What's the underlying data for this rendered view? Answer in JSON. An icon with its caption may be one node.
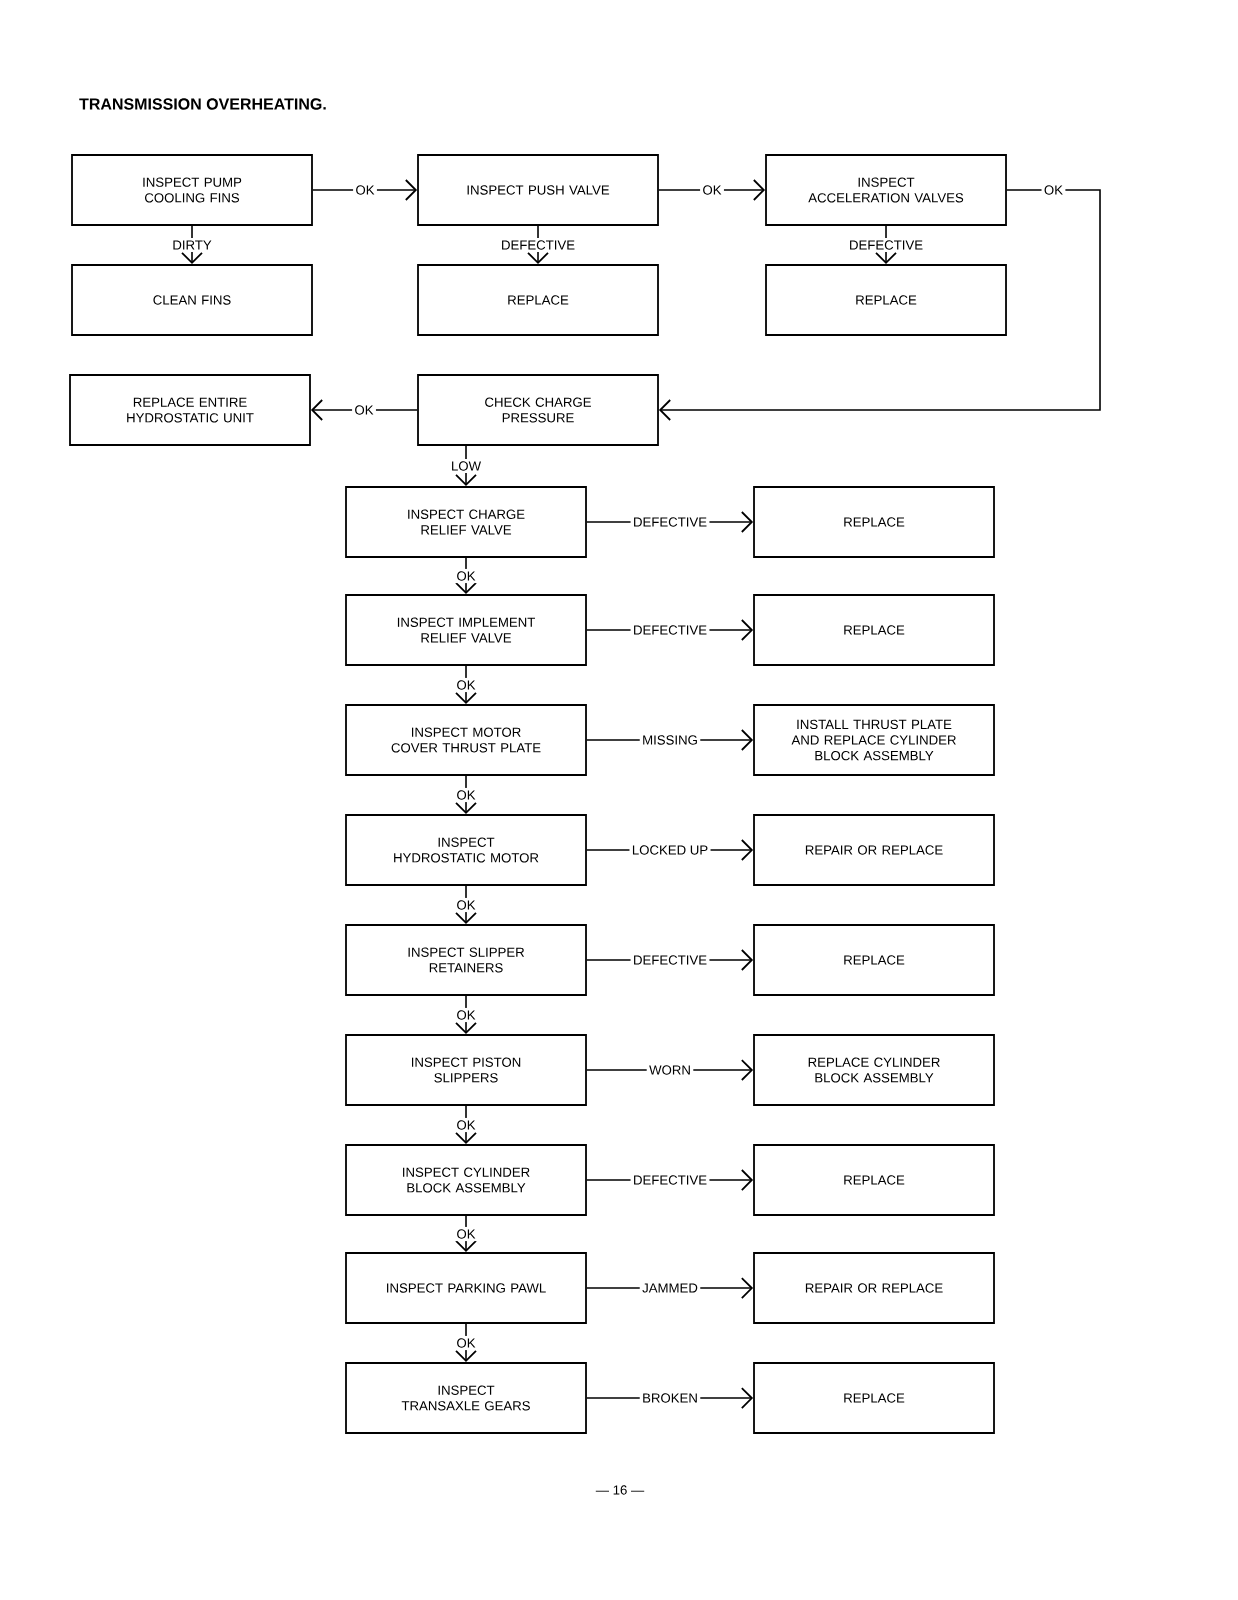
{
  "diagram": {
    "title": "TRANSMISSION OVERHEATING.",
    "nodes": [
      {
        "text": [
          "INSPECT PUMP COOLING FINS"
        ]
      },
      {
        "text": [
          "INSPECT PUSH VALVE"
        ]
      },
      {
        "text": [
          "INSPECT ACCELERATION VALVES"
        ]
      },
      {
        "text": [
          "CLEAN FINS"
        ]
      },
      {
        "text": [
          "REPLACE"
        ]
      },
      {
        "text": [
          "REPLACE"
        ]
      },
      {
        "text": [
          "REPLACE ENTIRE HYDROSTATIC UNIT"
        ]
      },
      {
        "text": [
          "CHECK CHARGE PRESSURE"
        ]
      },
      {
        "text": [
          "INSPECT CHARGE RELIEF VALVE"
        ]
      },
      {
        "text": [
          "REPLACE"
        ]
      },
      {
        "text": [
          "INSPECT IMPLEMENT RELIEF VALVE"
        ]
      },
      {
        "text": [
          "REPLACE"
        ]
      },
      {
        "text": [
          "INSPECT MOTOR COVER THRUST PLATE"
        ]
      },
      {
        "text": [
          "INSTALL THRUST PLATE AND REPLACE CYLINDER BLOCK ASSEMBLY"
        ]
      },
      {
        "text": [
          "INSPECT HYDROSTATIC MOTOR"
        ]
      },
      {
        "text": [
          "REPAIR OR REPLACE"
        ]
      },
      {
        "text": [
          "INSPECT SLIPPER RETAINERS"
        ]
      },
      {
        "text": [
          "REPLACE"
        ]
      },
      {
        "text": [
          "INSPECT PISTON SLIPPERS"
        ]
      },
      {
        "text": [
          "REPLACE CYLINDER BLOCK ASSEMBLY"
        ]
      },
      {
        "text": [
          "INSPECT CYLINDER BLOCK ASSEMBLY"
        ]
      },
      {
        "text": [
          "REPLACE"
        ]
      },
      {
        "text": [
          "INSPECT PARKING PAWL"
        ]
      },
      {
        "text": [
          "REPAIR OR REPLACE"
        ]
      },
      {
        "text": [
          "INSPECT TRANSAXLE GEARS"
        ]
      },
      {
        "text": [
          "REPLACE"
        ]
      }
    ],
    "edges": [
      {
        "from": 0,
        "to": 1,
        "arrow": "to",
        "label": "OK"
      },
      {
        "from": 1,
        "to": 2,
        "arrow": "to",
        "label": "OK"
      },
      {
        "from": 2,
        "to": 7,
        "arrow": "to",
        "label": "OK"
      },
      {
        "from": 0,
        "to": 3,
        "arrow": "to",
        "label": "DIRTY"
      },
      {
        "from": 1,
        "to": 4,
        "arrow": "to",
        "label": "DEFECTIVE"
      },
      {
        "from": 2,
        "to": 5,
        "arrow": "to",
        "label": "DEFECTIVE"
      },
      {
        "from": 7,
        "to": 6,
        "arrow": "to",
        "label": "OK"
      },
      {
        "from": 7,
        "to": 8,
        "arrow": "to",
        "label": "LOW"
      },
      {
        "from": 8,
        "to": 9,
        "arrow": "to",
        "label": "DEFECTIVE"
      },
      {
        "from": 8,
        "to": 10,
        "arrow": "to",
        "label": "OK"
      },
      {
        "from": 10,
        "to": 11,
        "arrow": "to",
        "label": "DEFECTIVE"
      },
      {
        "from": 10,
        "to": 12,
        "arrow": "to",
        "label": "OK"
      },
      {
        "from": 12,
        "to": 13,
        "arrow": "to",
        "label": "MISSING"
      },
      {
        "from": 12,
        "to": 14,
        "arrow": "to",
        "label": "OK"
      },
      {
        "from": 14,
        "to": 15,
        "arrow": "to",
        "label": "LOCKED UP"
      },
      {
        "from": 14,
        "to": 16,
        "arrow": "to",
        "label": "OK"
      },
      {
        "from": 16,
        "to": 17,
        "arrow": "to",
        "label": "DEFECTIVE"
      },
      {
        "from": 16,
        "to": 18,
        "arrow": "to",
        "label": "OK"
      },
      {
        "from": 18,
        "to": 19,
        "arrow": "to",
        "label": "WORN"
      },
      {
        "from": 18,
        "to": 20,
        "arrow": "to",
        "label": "OK"
      },
      {
        "from": 20,
        "to": 21,
        "arrow": "to",
        "label": "DEFECTIVE"
      },
      {
        "from": 20,
        "to": 22,
        "arrow": "to",
        "label": "OK"
      },
      {
        "from": 22,
        "to": 23,
        "arrow": "to",
        "label": "JAMMED"
      },
      {
        "from": 22,
        "to": 24,
        "arrow": "to",
        "label": "OK"
      },
      {
        "from": 24,
        "to": 25,
        "arrow": "to",
        "label": "BROKEN"
      }
    ],
    "labels": [
      "— 16 —"
    ]
  }
}
